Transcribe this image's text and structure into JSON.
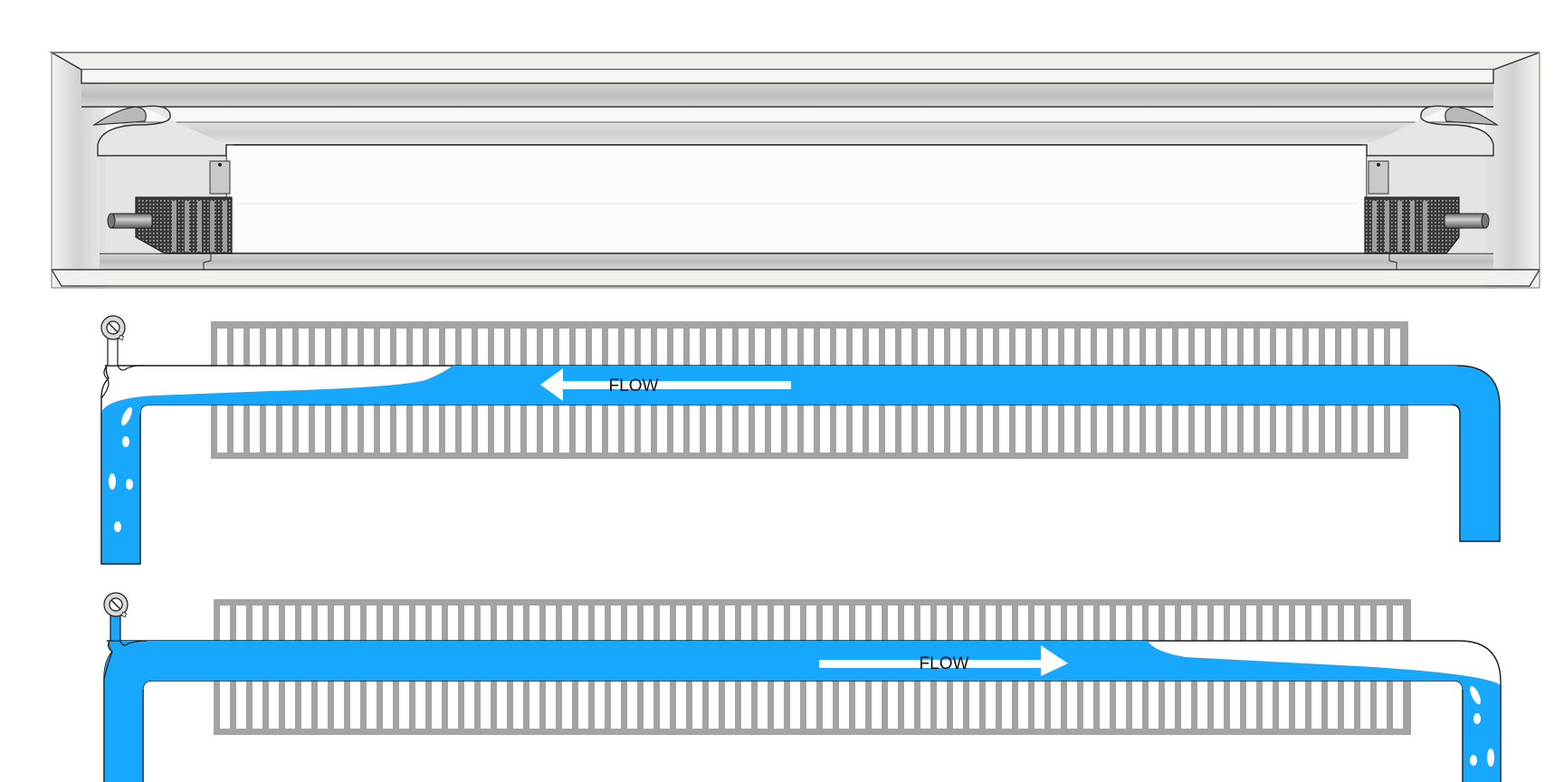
{
  "diagram": {
    "top_illustration": {
      "label": "baseboard heater cutaway",
      "components": [
        "enclosure cover",
        "damper lip",
        "finned element (left)",
        "finned element (right)",
        "pipe stub (left)",
        "pipe stub (right)",
        "bracket"
      ]
    },
    "sections": [
      {
        "id": "section-1",
        "flow_label": "FLOW",
        "flow_direction": "left",
        "description": "water fills from right riser; air pocket at left near bleed valve"
      },
      {
        "id": "section-2",
        "flow_label": "FLOW",
        "flow_direction": "right",
        "description": "water fills from left riser; air pocket at right end"
      }
    ],
    "colors": {
      "water": "#17a8fe",
      "fins": "#a3a3a3",
      "pipe_outline": "#222222",
      "valve": "#d9d9d9",
      "background": "#ffffff"
    }
  }
}
